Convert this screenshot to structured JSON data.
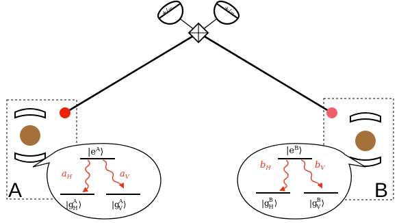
{
  "colors": {
    "ink": "#000000",
    "photon": "#e8321e",
    "atom": "#a6703a",
    "dot_a": "#ee2200",
    "dot_b": "#f0606a"
  },
  "detectors": {
    "left": {
      "symbol": "+/−",
      "icon": "detector-icon"
    },
    "right": {
      "symbol": "+/−",
      "icon": "detector-icon"
    }
  },
  "beamsplitter": {
    "icon": "beamsplitter-icon"
  },
  "node_a": {
    "letter": "A",
    "excited": "|e",
    "excited_sup": "A",
    "excited_close": "⟩",
    "left": {
      "prefix": "|g",
      "sup": "A",
      "sub": "H",
      "close": "⟩"
    },
    "right": {
      "prefix": "|g",
      "sup": "A",
      "sub": "V",
      "close": "⟩"
    },
    "photon_left": {
      "base": "a",
      "sub": "H"
    },
    "photon_right": {
      "base": "a",
      "sub": "V"
    }
  },
  "node_b": {
    "letter": "B",
    "excited": "|e",
    "excited_sup": "B",
    "excited_close": "⟩",
    "left": {
      "prefix": "|g",
      "sup": "B",
      "sub": "H",
      "close": "⟩"
    },
    "right": {
      "prefix": "|g",
      "sup": "B",
      "sub": "V",
      "close": "⟩"
    },
    "photon_left": {
      "base": "b",
      "sub": "H"
    },
    "photon_right": {
      "base": "b",
      "sub": "V"
    }
  }
}
